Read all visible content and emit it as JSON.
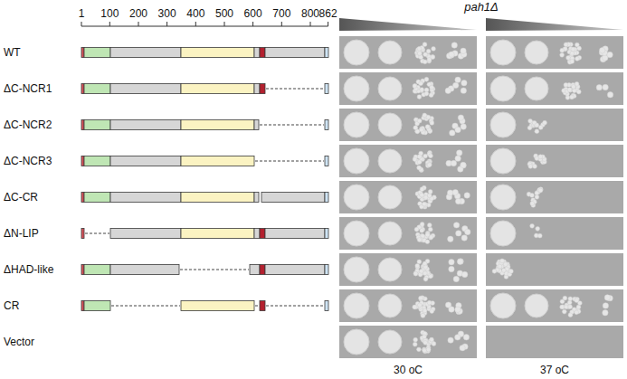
{
  "diagram": {
    "title": "pah1Δ",
    "labels": [
      "1",
      "100",
      "200",
      "300",
      "400",
      "500",
      "600",
      "700",
      "800",
      "862",
      "WT",
      "ΔC-NCR1",
      "ΔC-NCR2",
      "ΔC-NCR3",
      "ΔC-CR",
      "ΔN-LIP",
      "ΔHAD-like",
      "CR",
      "Vector",
      "30 oC",
      "37 oC"
    ]
  }
}
